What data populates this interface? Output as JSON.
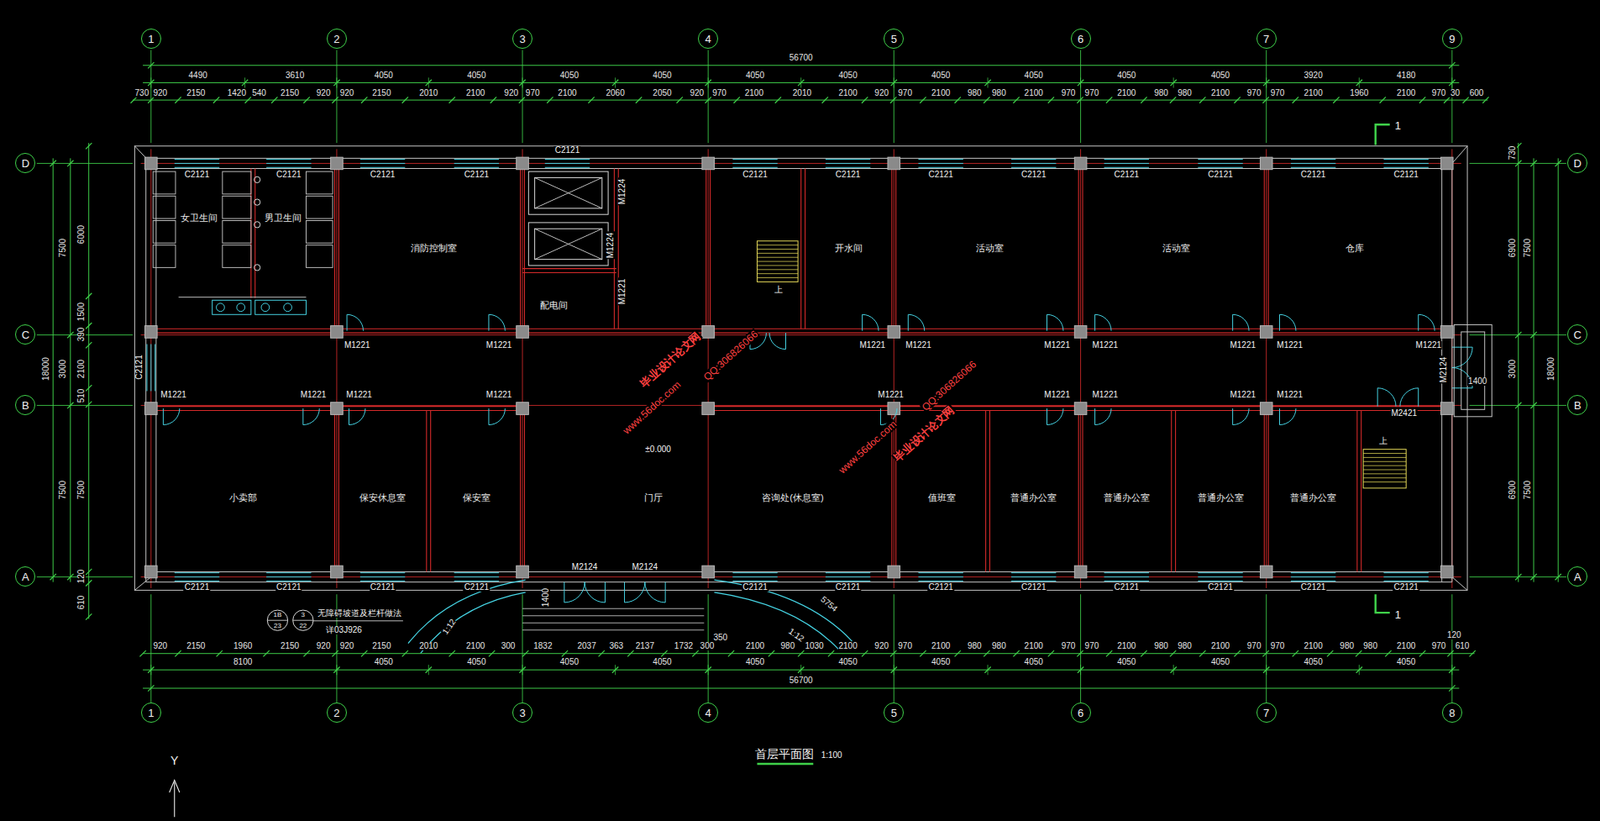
{
  "diagram": {
    "title": "首层平面图",
    "nodes": [
      {
        "text": [
          "1"
        ]
      },
      {
        "text": [
          "2"
        ]
      },
      {
        "text": [
          "3"
        ]
      },
      {
        "text": [
          "4"
        ]
      },
      {
        "text": [
          "5"
        ]
      },
      {
        "text": [
          "6"
        ]
      },
      {
        "text": [
          "7"
        ]
      },
      {
        "text": [
          "9"
        ]
      },
      {
        "text": [
          "女卫生间"
        ]
      },
      {
        "text": [
          "男卫生间"
        ]
      },
      {
        "text": [
          "消防控制室"
        ]
      },
      {
        "text": [
          "配电间"
        ]
      },
      {
        "text": [
          "开水间"
        ]
      },
      {
        "text": [
          "活动室"
        ]
      },
      {
        "text": [
          "活动室"
        ]
      },
      {
        "text": [
          "仓库"
        ]
      },
      {
        "text": [
          "小卖部"
        ]
      },
      {
        "text": [
          "保安休息室"
        ]
      },
      {
        "text": [
          "保安室"
        ]
      },
      {
        "text": [
          "门厅"
        ]
      },
      {
        "text": [
          "咨询处(休息室)"
        ]
      },
      {
        "text": [
          "值班室"
        ]
      },
      {
        "text": [
          "普通办公室"
        ]
      },
      {
        "text": [
          "普通办公室"
        ]
      },
      {
        "text": [
          "普通办公室"
        ]
      },
      {
        "text": [
          "普通办公室"
        ]
      },
      {
        "text": [
          "1"
        ]
      },
      {
        "text": [
          "2"
        ]
      },
      {
        "text": [
          "3"
        ]
      },
      {
        "text": [
          "4"
        ]
      },
      {
        "text": [
          "5"
        ]
      },
      {
        "text": [
          "6"
        ]
      },
      {
        "text": [
          "7"
        ]
      },
      {
        "text": [
          "8"
        ]
      },
      {
        "text": [
          "D"
        ]
      },
      {
        "text": [
          "C"
        ]
      },
      {
        "text": [
          "B"
        ]
      },
      {
        "text": [
          "A"
        ]
      },
      {
        "text": [
          "D"
        ]
      },
      {
        "text": [
          "C"
        ]
      },
      {
        "text": [
          "B"
        ]
      },
      {
        "text": [
          "A"
        ]
      }
    ],
    "labels": [
      "56700",
      "4490",
      "3610",
      "4050",
      "4050",
      "4050",
      "4050",
      "4050",
      "4050",
      "4050",
      "4050",
      "4050",
      "4050",
      "3920",
      "4180",
      "730",
      "920",
      "2150",
      "1420",
      "540",
      "2150",
      "920",
      "920",
      "2150",
      "2010",
      "2100",
      "920",
      "970",
      "2100",
      "2060",
      "2050",
      "920",
      "970",
      "2100",
      "2010",
      "2100",
      "920",
      "970",
      "2100",
      "980",
      "980",
      "2100",
      "970",
      "970",
      "2100",
      "980",
      "980",
      "2100",
      "970",
      "970",
      "2100",
      "1960",
      "2100",
      "970",
      "30",
      "600",
      "C2121",
      "C2121",
      "C2121",
      "C2121",
      "C2121",
      "C2121",
      "C2121",
      "C2121",
      "C2121",
      "C2121",
      "C2121",
      "C2121",
      "C2121",
      "C2121",
      "C2121",
      "C2121",
      "C2121",
      "C2121",
      "C2121",
      "C2121",
      "C2121",
      "C2121",
      "C2121",
      "C2121",
      "C2121",
      "C2121",
      "M1221",
      "M1221",
      "M1221",
      "M1221",
      "M1221",
      "M1221",
      "M1221",
      "M1221",
      "M1221",
      "M1221",
      "M1221",
      "M1221",
      "M1221",
      "M1221",
      "M1221",
      "M1221",
      "M1221",
      "M1221",
      "M1224",
      "M1224",
      "M1221",
      "M2124",
      "M2124",
      "M2421",
      "M2124",
      "920",
      "2150",
      "1960",
      "2150",
      "920",
      "920",
      "2150",
      "2010",
      "2100",
      "300",
      "1832",
      "2037",
      "363",
      "2137",
      "1732",
      "300",
      "350",
      "2100",
      "980",
      "1030",
      "2100",
      "920",
      "970",
      "2100",
      "980",
      "980",
      "2100",
      "970",
      "970",
      "2100",
      "980",
      "980",
      "2100",
      "970",
      "970",
      "2100",
      "980",
      "980",
      "2100",
      "970",
      "610",
      "120",
      "8100",
      "4050",
      "4050",
      "4050",
      "4050",
      "4050",
      "4050",
      "4050",
      "4050",
      "4050",
      "4050",
      "4050",
      "4050",
      "56700",
      "18000",
      "7500",
      "3000",
      "7500",
      "6000",
      "1500",
      "390",
      "2100",
      "510",
      "7500",
      "120",
      "610",
      "730",
      "6900",
      "3000",
      "6900",
      "7500",
      "7500",
      "18000",
      "1400",
      "±0.000",
      "上",
      "上",
      "1",
      "1",
      "1B",
      "23",
      "3",
      "22",
      "无障碍坡道及栏杆做法",
      "详03J926",
      "1:12",
      "5754",
      "1:12",
      "1400",
      "毕业设计论文网",
      "www.56doc.com",
      "QQ:306826066",
      "毕业设计论文网",
      "www.56doc.com",
      "QQ:306826066",
      "Y",
      "1:100"
    ]
  }
}
